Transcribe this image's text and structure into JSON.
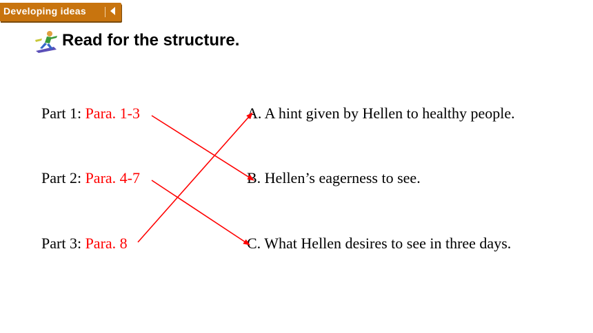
{
  "banner": {
    "label": "Developing ideas"
  },
  "heading": {
    "text": "Read for the structure."
  },
  "parts": [
    {
      "label": "Part 1: ",
      "para": "Para. 1-3"
    },
    {
      "label": "Part 2: ",
      "para": "Para. 4-7"
    },
    {
      "label": "Part 3: ",
      "para": "Para. 8"
    }
  ],
  "options": [
    {
      "text": "A. A hint given by Hellen to healthy people."
    },
    {
      "text": "B. Hellen’s eagerness to see."
    },
    {
      "text": "C. What Hellen desires to see in three days."
    }
  ],
  "matches": [
    {
      "part": "Part 1",
      "option": "B"
    },
    {
      "part": "Part 2",
      "option": "C"
    },
    {
      "part": "Part 3",
      "option": "A"
    }
  ],
  "colors": {
    "accent": "#c8740e",
    "highlight": "#ff0000"
  },
  "icons": {
    "banner_back": "caret-left-icon",
    "heading": "runner-icon"
  }
}
